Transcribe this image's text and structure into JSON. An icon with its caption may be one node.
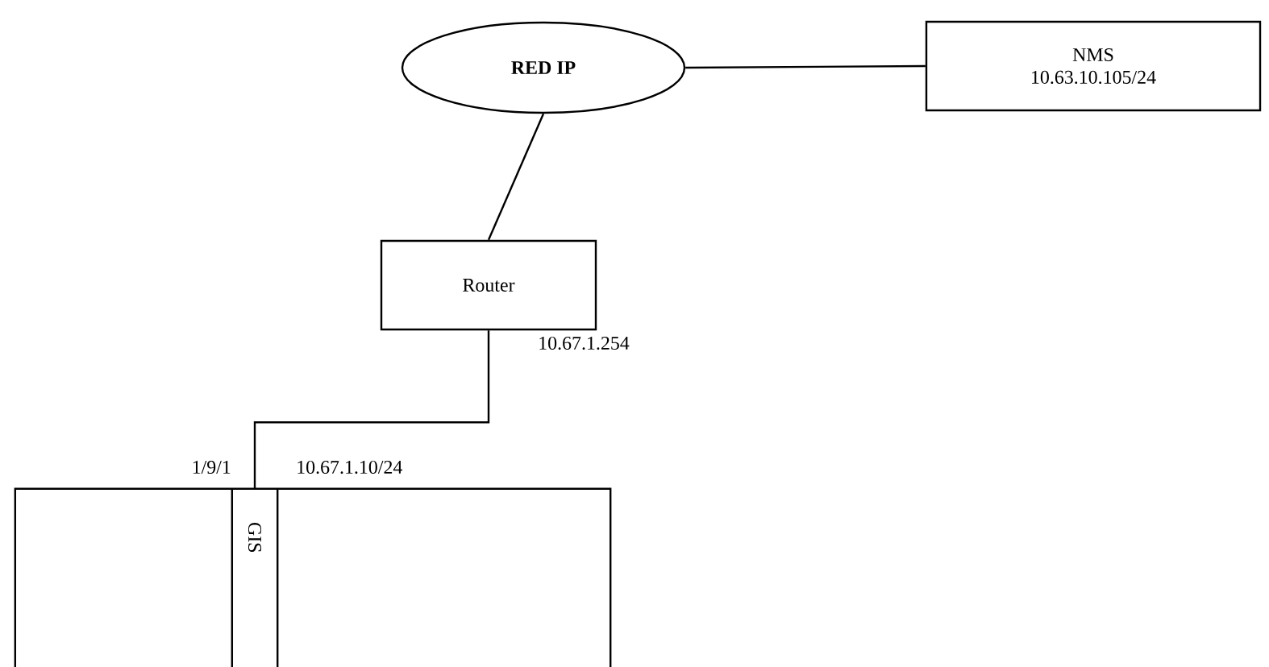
{
  "diagram": {
    "nodes": [
      {
        "text": [
          "RED IP"
        ]
      },
      {
        "text": [
          "NMS",
          "10.63.10.105/24"
        ]
      },
      {
        "text": [
          "Router"
        ]
      },
      {
        "text": [],
        "shape": "box"
      },
      {
        "text": [
          "GIS"
        ],
        "in": 3
      }
    ],
    "edges": [
      {
        "from": 0,
        "to": 1,
        "arrow": "none"
      },
      {
        "from": 0,
        "to": 2,
        "arrow": "none"
      },
      {
        "from": 2,
        "to": 4,
        "arrow": "none"
      }
    ],
    "labels": [
      "10.67.1.254",
      "1/9/1",
      "10.67.1.10/24"
    ]
  }
}
